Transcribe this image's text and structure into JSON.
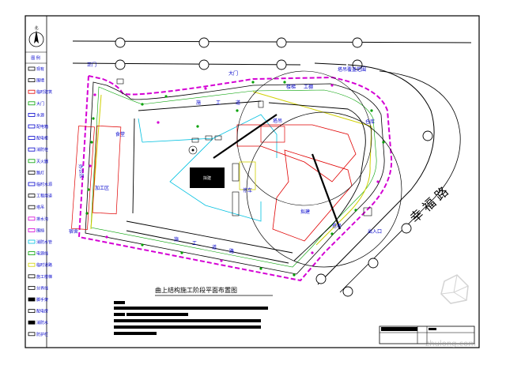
{
  "legend": {
    "title": "图 例",
    "items": [
      "现有",
      "围墙",
      "临时建筑",
      "大门",
      "水源",
      "配电箱",
      "配电柜",
      "消防栓",
      "灭火器",
      "路灯",
      "临时水源",
      "工程用道",
      "塔吊",
      "排水沟",
      "围挡",
      "消防水管",
      "电源线",
      "临时道路",
      "施工楼梯",
      "分界线",
      "脚手架",
      "配电房",
      "消防水",
      "防护栏"
    ]
  },
  "road_name": "幸 福 路",
  "labels": {
    "north_gate": "正门",
    "site_gate": "大门",
    "office": "办公区",
    "processing": "加工区",
    "roadway_chars": [
      "施",
      "工",
      "道",
      "路"
    ],
    "crane": "塔吊",
    "parking": "停车",
    "stair": "楼梯",
    "shed": "工棚",
    "store": "仓库",
    "right_gate": "出入口",
    "notes": "塔吊覆盖范围",
    "corner": "临时设施",
    "dorm": "宿舍",
    "canteen": "食堂",
    "building": "拟建"
  },
  "drawing_title": "曲上结构施工阶段平面布置图",
  "watermark": "zhulong.com",
  "colors": {
    "border": "#000000",
    "fence": "#d400d4",
    "water": "#00c0e0",
    "temp_building": "#e00000",
    "power": "#00a000",
    "road": "#000000",
    "yellow": "#d0d000"
  }
}
